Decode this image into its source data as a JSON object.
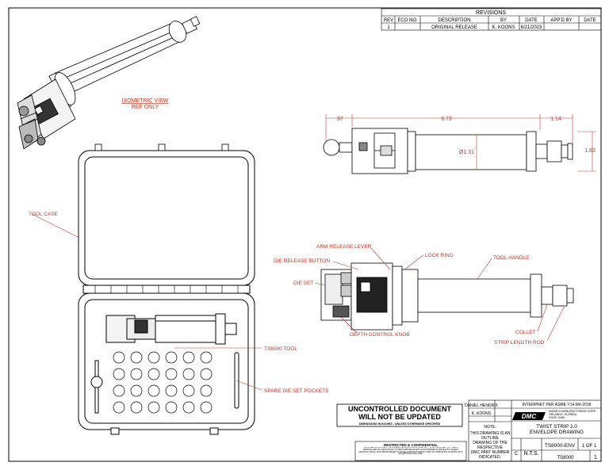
{
  "revisions": {
    "title": "REVISIONS",
    "headers": [
      "REV",
      "ECO NO.",
      "DESCRIPTION",
      "BY",
      "DATE",
      "APP'D BY",
      "DATE"
    ],
    "row": [
      "1",
      "",
      "ORIGINAL RELEASE",
      "K. KOONS",
      "6/21/2023",
      "",
      ""
    ]
  },
  "isometric": {
    "title": "ISOMETRIC VIEW",
    "subtitle": "REF ONLY"
  },
  "dimensions": {
    "left": ".97",
    "middle": "6.73",
    "right": "1.14",
    "height": "1.63",
    "diameter": "Ø1.31"
  },
  "callouts": {
    "tool_case": "TOOL CASE",
    "arm_release_lever": "ARM RELEASE LEVER",
    "die_release_button": "DIE RELEASE BUTTON",
    "die_set": "DIE SET",
    "lock_ring": "LOCK RING",
    "tool_handle": "TOOL HANDLE",
    "depth_control_knob": "DEPTH CONTROL KNOB",
    "collet": "COLLET",
    "strip_length_rod": "STRIP LENGTH ROD",
    "ts8000_tool": "TS8000 TOOL",
    "spare_die_pockets": "SPARE DIE SET POCKETS"
  },
  "notice": {
    "line1": "UNCONTROLLED DOCUMENT",
    "line2": "WILL NOT BE UPDATED",
    "line3": "DIMENSIONS IN INCHES - UNLESS OTHERWISE SPECIFIED"
  },
  "restricted": {
    "title": "RESTRICTED & CONFIDENTIAL",
    "body": "CONFIDENTIAL PROPERTY OF DANIELS MANUFACTURING CORP. NOT TO BE DISCLOSED TO OTHERS, REPRODUCED OR USED FOR ANY OTHER PURPOSE EXCEPT AS AUTHORIZED IN WRITING BY DANIELS MANUFACTURING. MUST BE RETURNED TO DANIELS MANUFACTURING CORP. ON COMPLETION OF WORK OR IF REQUESTED AT ANY TIME."
  },
  "title_block": {
    "drawn_by": "DANIEL HENDRIX",
    "checked_by": "K. KOONS",
    "interpret": "INTERPRET PER ASME Y14.5M-2018",
    "company_lines": [
      "DANIELS MANUFACTURING CORP.",
      "ORLANDO, FLORIDA",
      "CAGE 11851"
    ],
    "logo": "DMC",
    "title_line1": "TWIST STRIP 2.0",
    "title_line2": "ENVELOPE DRAWING",
    "note_label": "NOTE:",
    "note_lines": [
      "THIS DRAWING IS AN",
      "OUTLINE",
      "DRAWING OF THE",
      "RESPECTIVE",
      "DMC PART NUMBER",
      "INDICATED."
    ],
    "size": "C",
    "scale": "N.T.S.",
    "dwg_no": "TS8000-ENV",
    "sheet": "1 OF 1",
    "part_no": "TS8000",
    "rev": "1"
  }
}
